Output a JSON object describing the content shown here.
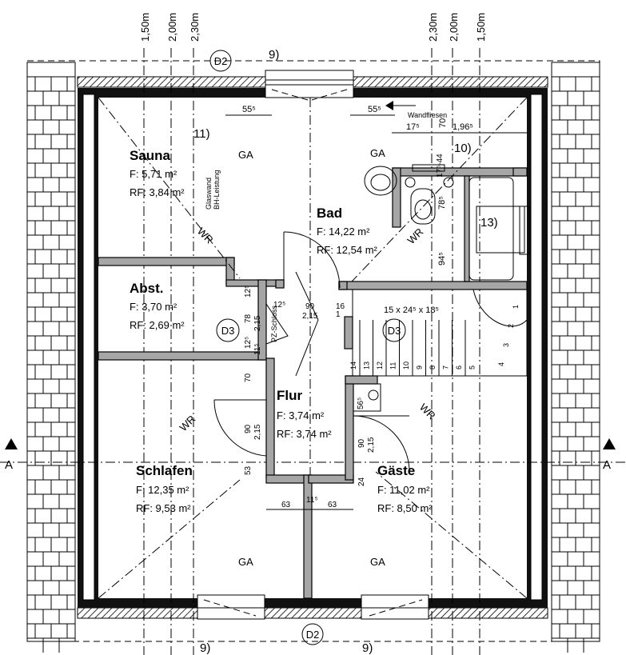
{
  "dimensions_top": {
    "left": [
      "1,50m",
      "2,00m",
      "2,30m"
    ],
    "right": [
      "2,30m",
      "2,00m",
      "1,50m"
    ]
  },
  "tags": {
    "d2_top": "D2",
    "d2_bottom": "D2",
    "d3_left": "D3",
    "d3_stair": "D3",
    "ref9_top": "9)",
    "ref9_bl": "9)",
    "ref9_br": "9)",
    "ref10": "10)",
    "ref11": "11)",
    "ref13": "13)"
  },
  "section": {
    "left": "A",
    "right": "A"
  },
  "rooms": {
    "sauna": {
      "name": "Sauna",
      "f": "F:   5,71 m²",
      "rf": "RF: 3,84 m²"
    },
    "bad": {
      "name": "Bad",
      "f": "F:   14,22 m²",
      "rf": "RF: 12,54 m²"
    },
    "abst": {
      "name": "Abst.",
      "f": "F:   3,70 m²",
      "rf": "RF: 2,69 m²"
    },
    "flur": {
      "name": "Flur",
      "f": "F:   3,74 m²",
      "rf": "RF: 3,74 m²"
    },
    "schlafen": {
      "name": "Schlafen",
      "f": "F:  12,35 m²",
      "rf": "RF: 9,53 m²"
    },
    "gaste": {
      "name": "Gäste",
      "f": "F:  11,02 m²",
      "rf": "RF: 8,50 m²"
    }
  },
  "labels": {
    "ga": "GA",
    "wr": "WR",
    "glaswand": "Glaswand",
    "bh_leistung": "BH-Leistung",
    "wandfliesen": "Wandfliesen",
    "pz_schloss": "PZ-Schloss",
    "stair_size": "15 x 24⁵ x 18⁵"
  },
  "dims": {
    "d55a": "55⁵",
    "d55b": "55⁵",
    "d17": "17⁵",
    "d70": "70",
    "d196": "1,96⁵",
    "d17_44": "17⁵-44",
    "d78": "78⁵",
    "d94": "94⁵",
    "d12_5a": "12⁵",
    "d78b": "78",
    "d215a": "2,15",
    "d12_5b": "12⁵",
    "d11_5": "11⁵",
    "d12_5c": "12⁵",
    "d90a": "90",
    "d215b": "2,15",
    "d16": "16",
    "d1": "1",
    "d70b": "70",
    "d90b": "90",
    "d215c": "2,15",
    "d90c": "90",
    "d215d": "2,15",
    "d53": "53",
    "d24": "24",
    "d63a": "63",
    "d11_5b": "11⁵",
    "d63b": "63",
    "d56": "56⁵"
  },
  "stair_steps": [
    "14",
    "13",
    "12",
    "11",
    "10",
    "9",
    "8",
    "7",
    "6",
    "5",
    "4",
    "3",
    "2",
    "1"
  ]
}
